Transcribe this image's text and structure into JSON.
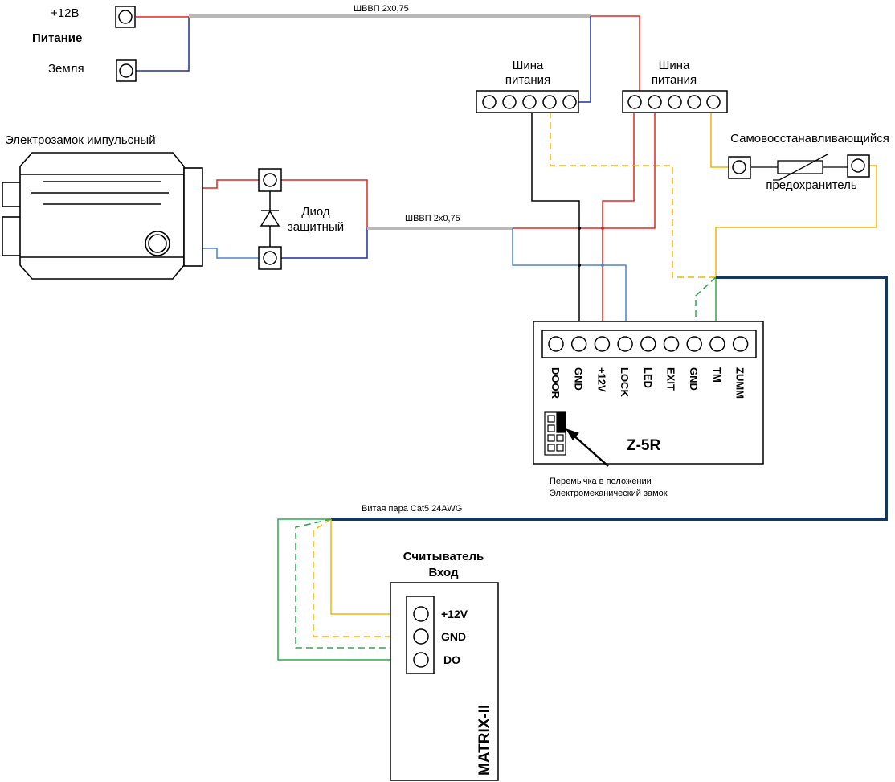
{
  "power": {
    "plus_label": "+12В",
    "title": "Питание",
    "ground_label": "Земля"
  },
  "cables": {
    "top": "ШВВП 2х0,75",
    "middle": "ШВВП 2х0,75",
    "twisted_pair": "Витая пара Cat5 24AWG"
  },
  "buses": {
    "left": {
      "line1": "Шина",
      "line2": "питания"
    },
    "right": {
      "line1": "Шина",
      "line2": "питания"
    }
  },
  "lock": {
    "title": "Электрозамок импульсный"
  },
  "diode": {
    "line1": "Диод",
    "line2": "защитный"
  },
  "fuse": {
    "line1": "Самовосстанавливающийся",
    "line2": "предохранитель"
  },
  "controller": {
    "name": "Z-5R",
    "pins": [
      "DOOR",
      "GND",
      "+12V",
      "LOCK",
      "LED",
      "EXIT",
      "GND",
      "TM",
      "ZUMM"
    ],
    "jumper_note_line1": "Перемычка в положении",
    "jumper_note_line2": "Электромеханический замок"
  },
  "reader": {
    "title_line1": "Считыватель",
    "title_line2": "Вход",
    "name": "MATRIX-II",
    "pins": [
      "+12V",
      "GND",
      "DO"
    ]
  },
  "colors": {
    "red": "#e8231f",
    "blue": "#1f2f9c",
    "light_blue": "#4a86c8",
    "gray_cable": "#b9b9b9",
    "yellow": "#f5b400",
    "green": "#2aa84a",
    "navy_cable": "#14375c",
    "black": "#000000"
  }
}
